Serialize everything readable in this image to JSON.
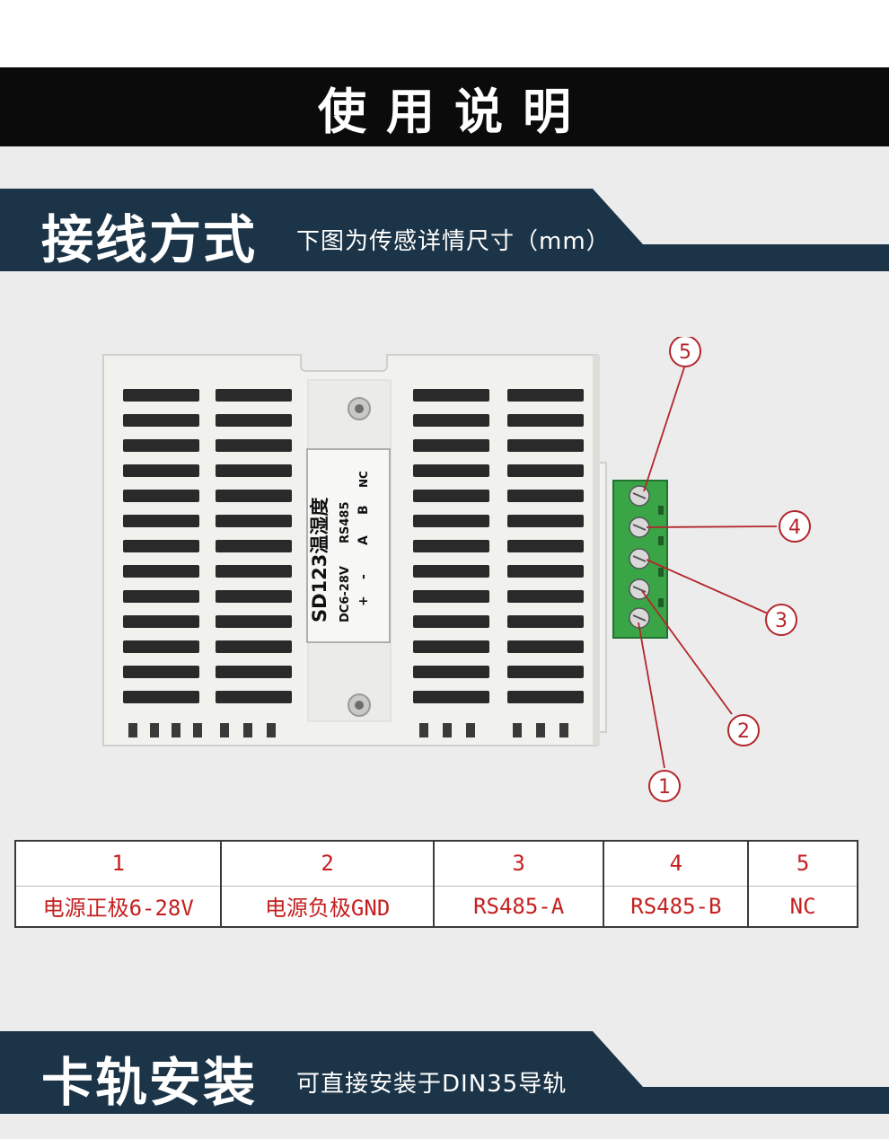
{
  "header": {
    "title": "使用说明"
  },
  "section_wiring": {
    "title": "接线方式",
    "subtitle": "下图为传感详情尺寸（mm）"
  },
  "device": {
    "label_model": "SD123温湿度",
    "label_power": "DC6-28V",
    "label_bus": "RS485",
    "label_pins": [
      "+",
      "-",
      "A",
      "B",
      "NC"
    ],
    "callouts": [
      "①",
      "②",
      "③",
      "④",
      "⑤"
    ],
    "colors": {
      "terminal": "#3aa547",
      "callout": "#b3262b",
      "housing": "#f1f1ee"
    }
  },
  "pin_table": {
    "numbers": [
      "1",
      "2",
      "3",
      "4",
      "5"
    ],
    "labels": [
      "电源正极6-28V",
      "电源负极GND",
      "RS485-A",
      "RS485-B",
      "NC"
    ]
  },
  "section_mount": {
    "title": "卡轨安装",
    "subtitle": "可直接安装于DIN35导轨"
  }
}
